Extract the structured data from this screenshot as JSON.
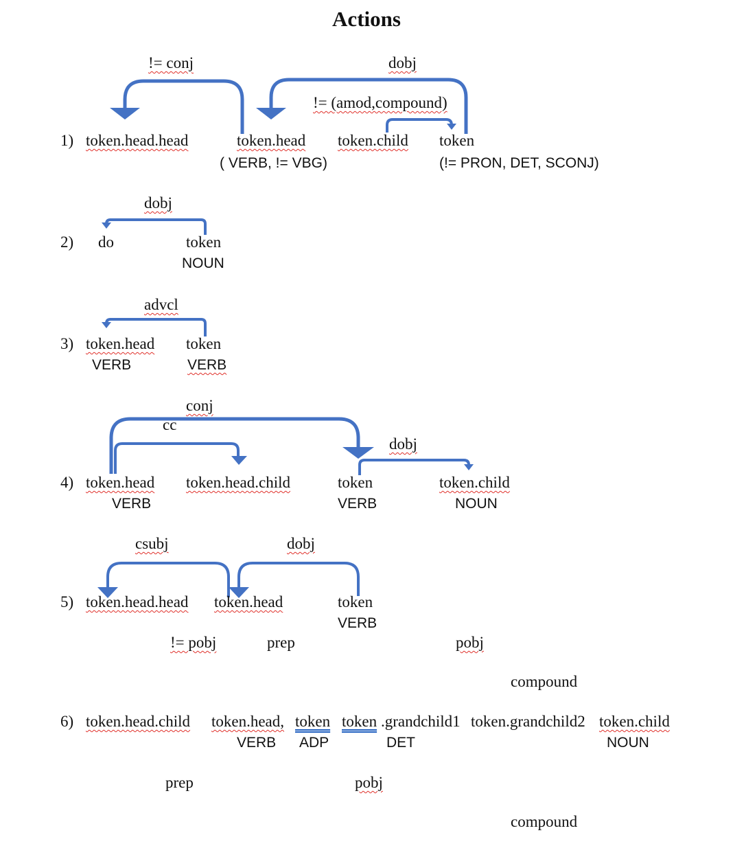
{
  "title": "Actions",
  "rows": [
    {
      "number": "1)",
      "tokens": [
        "token.head.head",
        "token.head",
        "token.child",
        "token"
      ],
      "pos": [
        "( VERB, != VBG)",
        "(!= PRON, DET, SCONJ)"
      ],
      "relations": [
        "!= conj",
        "dobj",
        "!= (amod,compound)"
      ]
    },
    {
      "number": "2)",
      "tokens": [
        "do",
        "token"
      ],
      "pos": [
        "NOUN"
      ],
      "relations": [
        "dobj"
      ]
    },
    {
      "number": "3)",
      "tokens": [
        "token.head",
        "token"
      ],
      "pos": [
        "VERB",
        "VERB"
      ],
      "relations": [
        "advcl"
      ]
    },
    {
      "number": "4)",
      "tokens": [
        "token.head",
        "token.head.child",
        "token",
        "token.child"
      ],
      "pos": [
        "VERB",
        "VERB",
        "NOUN"
      ],
      "relations": [
        "conj",
        "cc",
        "dobj"
      ]
    },
    {
      "number": "5)",
      "tokens": [
        "token.head.head",
        "token.head",
        "token"
      ],
      "pos": [
        "VERB"
      ],
      "relations": [
        "csubj",
        "dobj",
        "!= pobj",
        "prep",
        "pobj",
        "compound"
      ]
    },
    {
      "number": "6)",
      "tokens": [
        "token.head.child",
        "token.head,",
        "token",
        "token",
        ".grandchild1",
        "token.grandchild2",
        "token.child"
      ],
      "pos": [
        "VERB",
        "ADP",
        "DET",
        "NOUN"
      ],
      "relations": [
        "prep",
        "pobj",
        "compound"
      ]
    }
  ],
  "colors": {
    "arc": "#4472c4",
    "spellcheck": "#e0302a",
    "grammar": "#1f5fbf"
  }
}
